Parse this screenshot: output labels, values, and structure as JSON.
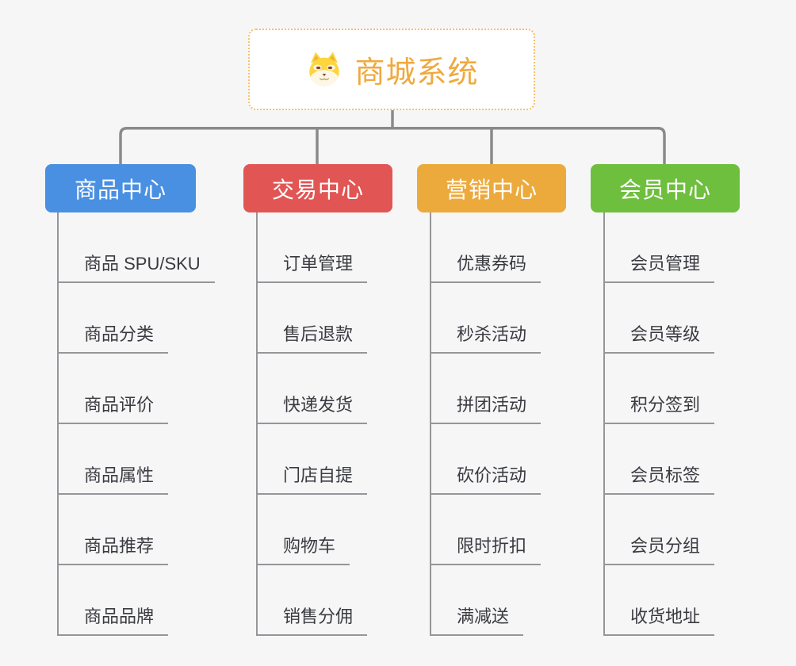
{
  "root": {
    "title": "商城系统",
    "icon": "shiba-dog-icon",
    "title_color": "#F0A93E",
    "border_color": "#F5C069"
  },
  "branches": [
    {
      "label": "商品中心",
      "color": "#4A90E2",
      "items": [
        "商品 SPU/SKU",
        "商品分类",
        "商品评价",
        "商品属性",
        "商品推荐",
        "商品品牌"
      ]
    },
    {
      "label": "交易中心",
      "color": "#E15654",
      "items": [
        "订单管理",
        "售后退款",
        "快递发货",
        "门店自提",
        "购物车",
        "销售分佣"
      ]
    },
    {
      "label": "营销中心",
      "color": "#ECAA3D",
      "items": [
        "优惠券码",
        "秒杀活动",
        "拼团活动",
        "砍价活动",
        "限时折扣",
        "满减送"
      ]
    },
    {
      "label": "会员中心",
      "color": "#6FBF3F",
      "items": [
        "会员管理",
        "会员等级",
        "积分签到",
        "会员标签",
        "会员分组",
        "收货地址"
      ]
    }
  ],
  "connector_color": "#8a8a8a",
  "leaf_line_color": "#95969a",
  "background_color": "#f6f6f7"
}
